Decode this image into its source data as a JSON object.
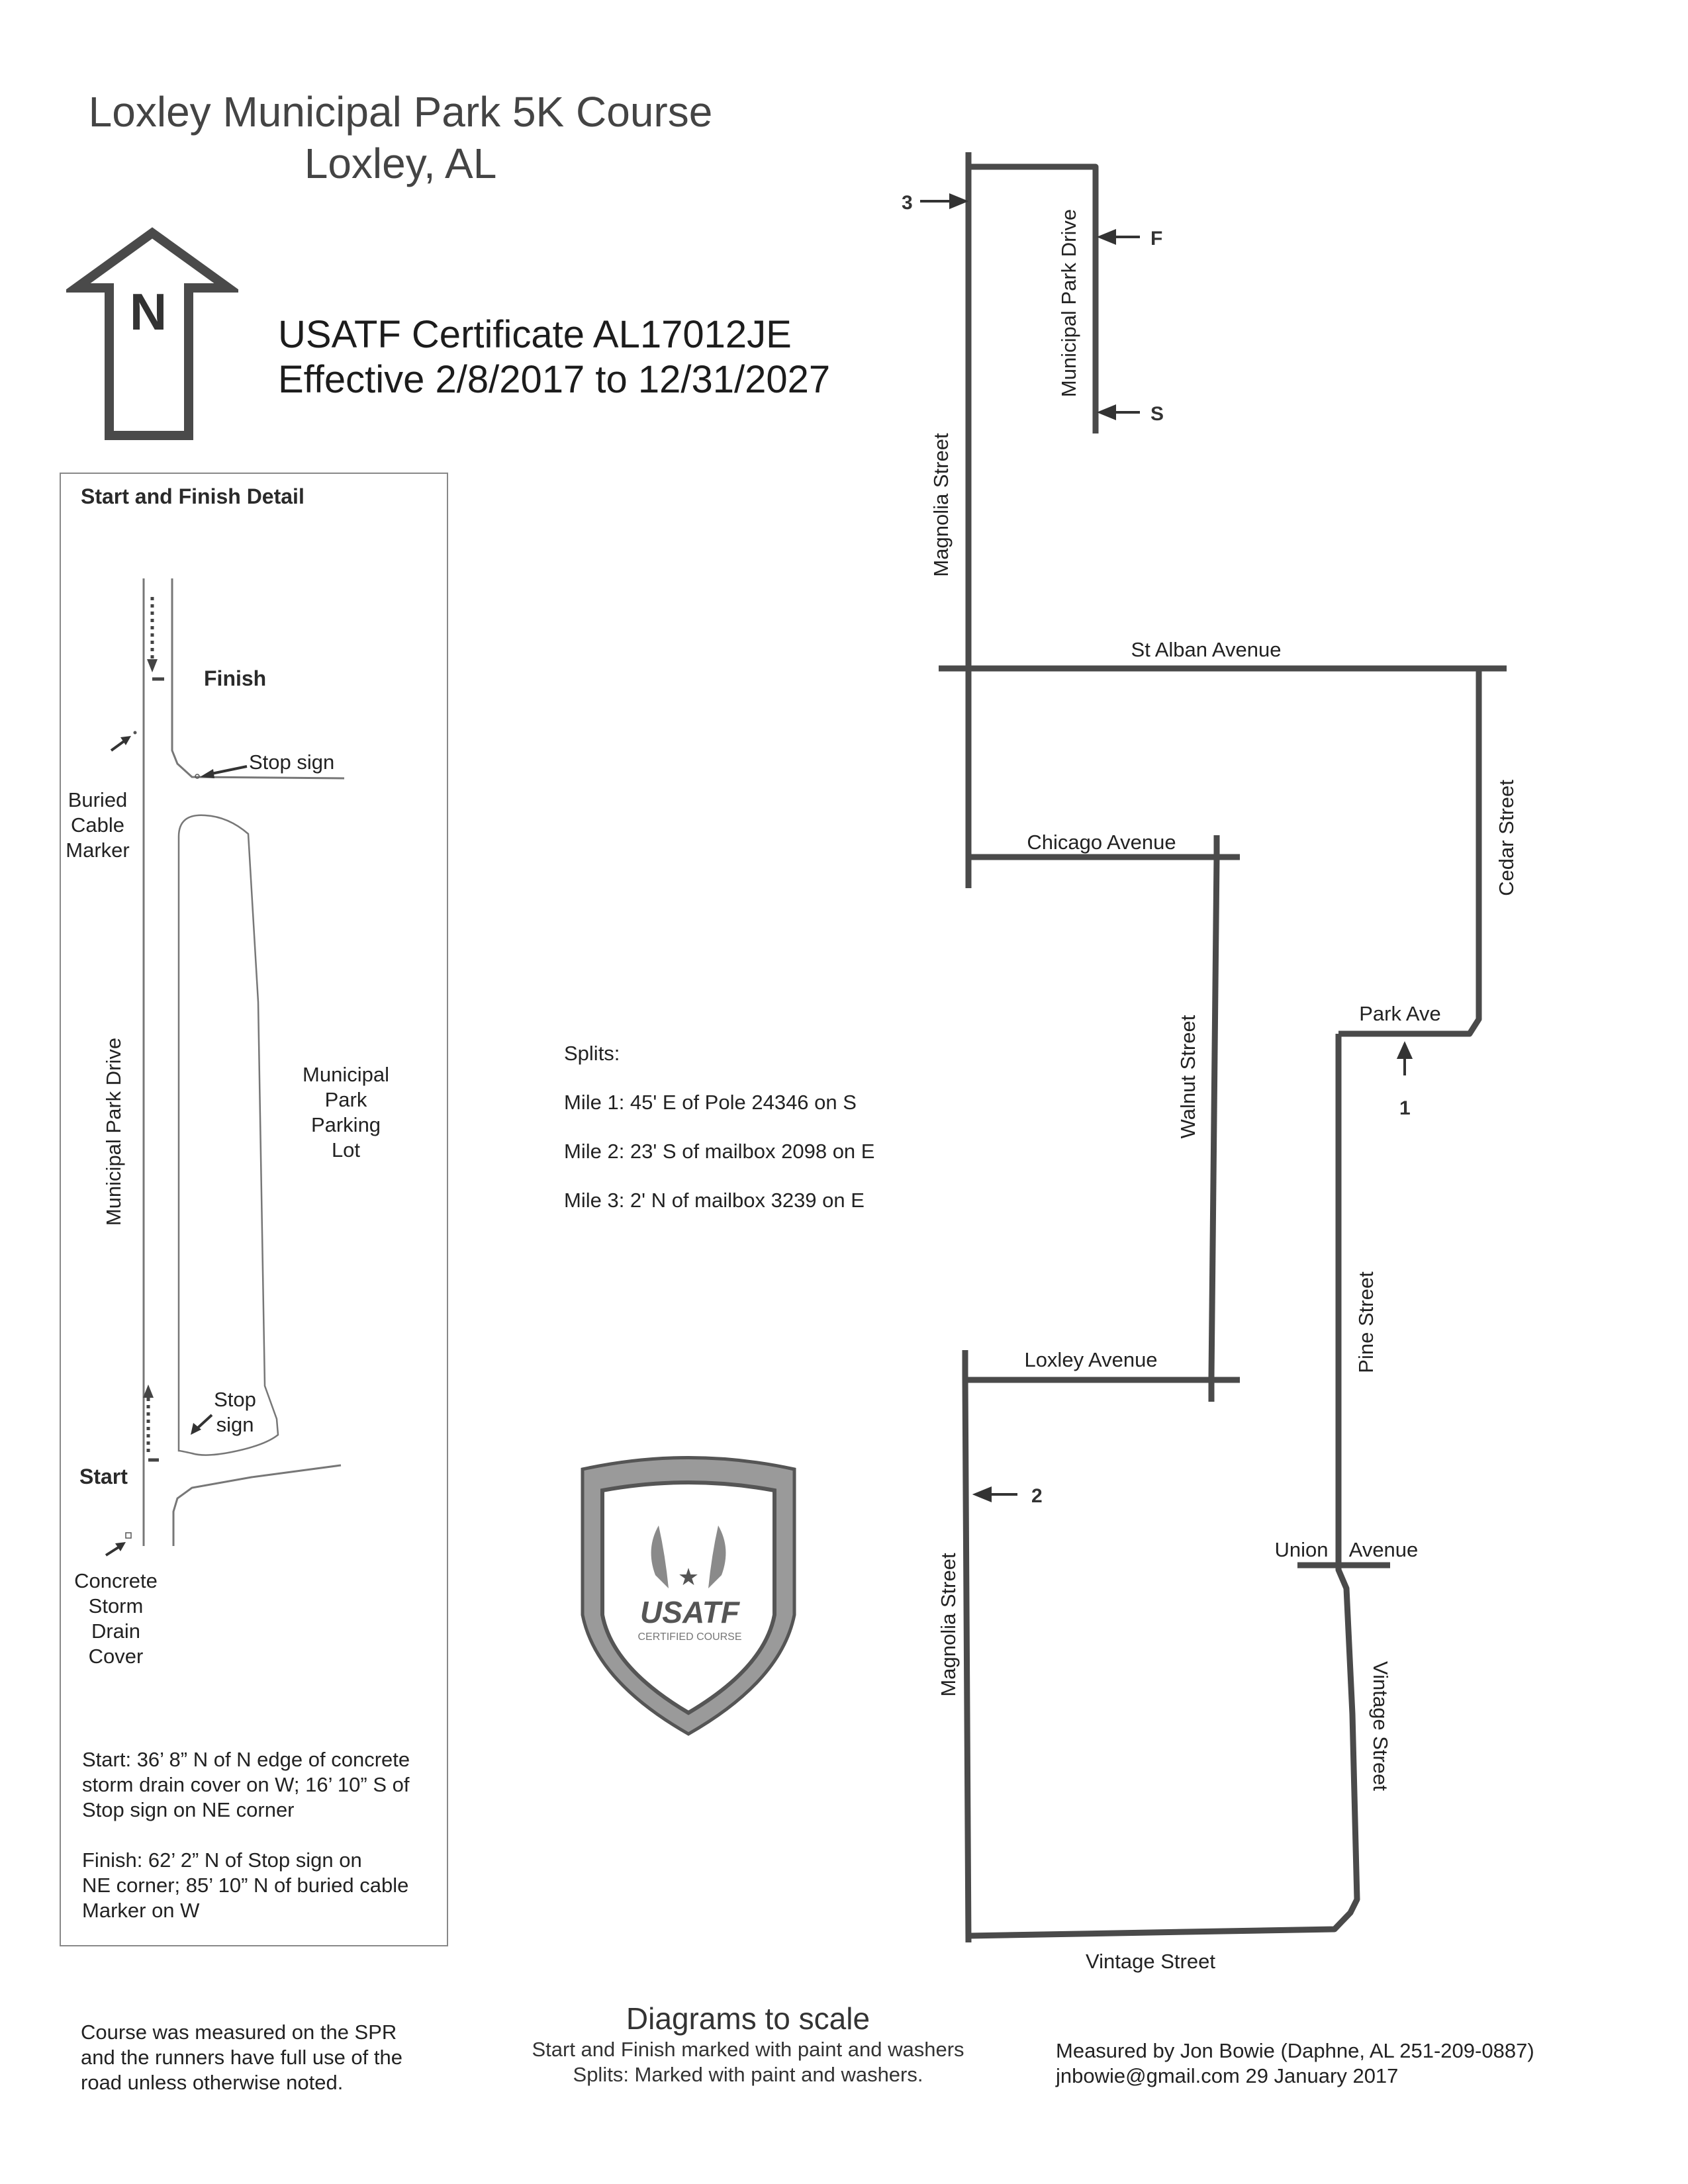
{
  "header": {
    "title_line1": "Loxley Municipal Park 5K Course",
    "title_line2": "Loxley, AL",
    "north_label": "N",
    "cert_line1": "USATF Certificate AL17012JE",
    "cert_line2": "Effective 2/8/2017 to 12/31/2027"
  },
  "detail": {
    "heading": "Start and Finish Detail",
    "finish_label": "Finish",
    "start_label": "Start",
    "stop_sign_top": "Stop sign",
    "stop_sign_bottom_1": "Stop",
    "stop_sign_bottom_2": "sign",
    "buried_cable": [
      "Buried",
      "Cable",
      "Marker"
    ],
    "parking_lot": [
      "Municipal",
      "Park",
      "Parking",
      "Lot"
    ],
    "road_label": "Municipal Park Drive",
    "storm_drain": [
      "Concrete",
      "Storm",
      "Drain",
      "Cover"
    ],
    "start_note": [
      "Start: 36’ 8” N of N edge of concrete",
      "storm drain cover on W; 16’ 10” S of",
      "Stop sign on NE corner"
    ],
    "finish_note": [
      "Finish: 62’ 2” N of Stop sign on",
      "NE corner; 85’ 10” N of buried cable",
      "Marker on W"
    ]
  },
  "splits": {
    "heading": "Splits:",
    "mile1": "Mile 1: 45' E of Pole 24346 on S",
    "mile2": "Mile 2: 23' S of mailbox 2098 on E",
    "mile3": "Mile 3: 2' N of mailbox 3239 on E"
  },
  "map": {
    "streets": {
      "municipal_park_drive": "Municipal Park Drive",
      "magnolia_north": "Magnolia Street",
      "st_alban": "St Alban Avenue",
      "chicago": "Chicago Avenue",
      "cedar": "Cedar Street",
      "park_ave": "Park Ave",
      "walnut": "Walnut Street",
      "pine": "Pine Street",
      "loxley_ave": "Loxley Avenue",
      "union_1": "Union",
      "union_2": "Avenue",
      "vintage_street_v": "Vintage Street",
      "magnolia_south": "Magnolia Street",
      "vintage_street_h": "Vintage Street"
    },
    "markers": {
      "mile3": "3",
      "finish": "F",
      "start": "S",
      "mile1": "1",
      "mile2": "2"
    }
  },
  "badge": {
    "brand": "USATF",
    "sub": "CERTIFIED COURSE",
    "colors": {
      "fill": "#9a9a9a",
      "border": "#555555",
      "inner": "#ffffff"
    }
  },
  "footer": {
    "left": [
      "Course was measured on the SPR",
      "and the runners have full use of the",
      "road unless otherwise noted."
    ],
    "center_title": "Diagrams to scale",
    "center_1": "Start and Finish marked with paint and washers",
    "center_2": "Splits: Marked with paint and washers.",
    "right_1": "Measured by Jon Bowie (Daphne, AL 251-209-0887)",
    "right_2": "jnbowie@gmail.com 29 January 2017"
  },
  "colors": {
    "route": "#4a4a4a",
    "text": "#2a2a2a"
  }
}
